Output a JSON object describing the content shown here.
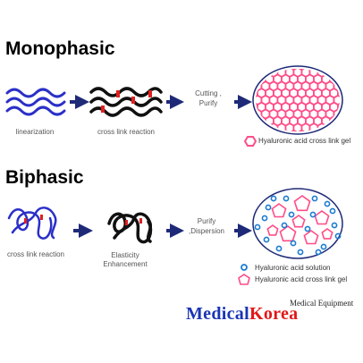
{
  "monophasic": {
    "title": "Monophasic",
    "step1_label": "linearization",
    "step2_label": "cross link reaction",
    "process_line1": "Cutting ,",
    "process_line2": "Purify",
    "legend_gel": "Hyaluronic acid cross link gel"
  },
  "biphasic": {
    "title": "Biphasic",
    "step1_label": "cross link reaction",
    "step2_line1": "Elasticity",
    "step2_line2": "Enhancement",
    "process_line1": "Purify",
    "process_line2": ",Dispersion",
    "legend_solution": "Hyaluronic acid solution",
    "legend_gel": "Hyaluronic acid cross link gel"
  },
  "branding": {
    "tagline": "Medical Equipment",
    "name_part1": "Medical",
    "name_part2": "Korea"
  },
  "colors": {
    "blue_fiber": "#2a2fc8",
    "black_fiber": "#111111",
    "crosslink_red": "#e02020",
    "arrow_navy": "#1e2a78",
    "gel_pink": "#ff4d88",
    "solution_blue": "#1b7bd1",
    "brand_blue": "#1a35b5",
    "brand_red": "#e01818"
  }
}
